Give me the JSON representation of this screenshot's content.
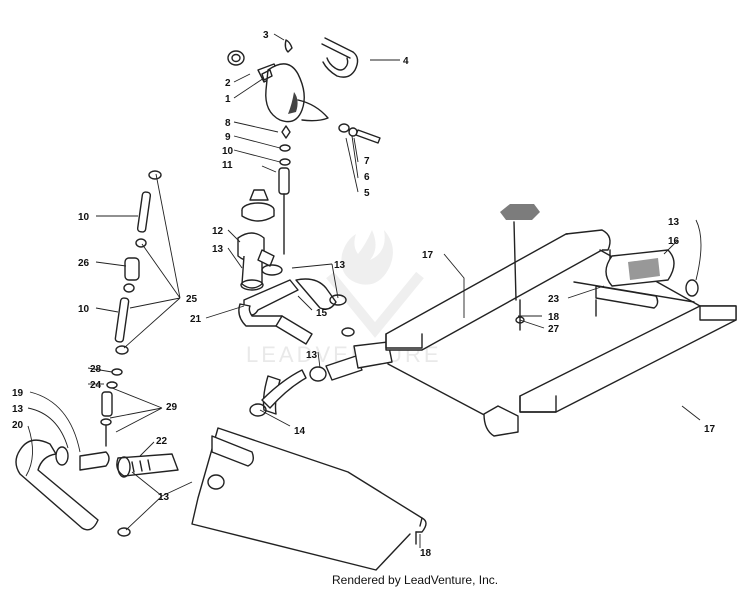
{
  "watermark": {
    "text": "LEADVENTURE"
  },
  "footer": {
    "text": "Rendered by LeadVenture, Inc."
  },
  "callouts": {
    "c1": "1",
    "c2": "2",
    "c3": "3",
    "c4": "4",
    "c5": "5",
    "c6": "6",
    "c7": "7",
    "c8": "8",
    "c9": "9",
    "c10a": "10",
    "c11": "11",
    "c10b": "10",
    "c26": "26",
    "c10c": "10",
    "c25": "25",
    "c12": "12",
    "c13a": "13",
    "c13b": "13",
    "c15": "15",
    "c21": "21",
    "c17a": "17",
    "c13c": "13",
    "c16": "16",
    "c23": "23",
    "c18a": "18",
    "c27": "27",
    "c13d": "13",
    "c28": "28",
    "c24": "24",
    "c29": "29",
    "c14": "14",
    "c17b": "17",
    "c19": "19",
    "c13e": "13",
    "c20": "20",
    "c22": "22",
    "c13f": "13",
    "c18b": "18"
  }
}
